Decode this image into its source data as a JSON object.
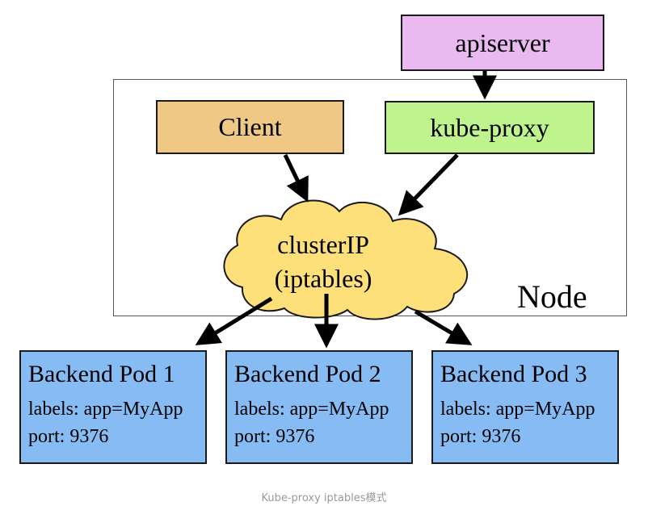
{
  "diagram": {
    "node_label": "Node",
    "apiserver": "apiserver",
    "client": "Client",
    "kube_proxy": "kube-proxy",
    "cluster_ip": {
      "line1": "clusterIP",
      "line2": "(iptables)"
    },
    "pods": [
      {
        "title": "Backend Pod 1",
        "labels": "labels: app=MyApp",
        "port": "port: 9376"
      },
      {
        "title": "Backend Pod 2",
        "labels": "labels: app=MyApp",
        "port": "port: 9376"
      },
      {
        "title": "Backend Pod 3",
        "labels": "labels: app=MyApp",
        "port": "port: 9376"
      }
    ],
    "colors": {
      "apiserver": "#e9b9f0",
      "client": "#efc886",
      "kube_proxy": "#bff38d",
      "cloud": "#fde07a",
      "pod": "#86bcf3"
    }
  },
  "caption": "Kube-proxy iptables模式"
}
